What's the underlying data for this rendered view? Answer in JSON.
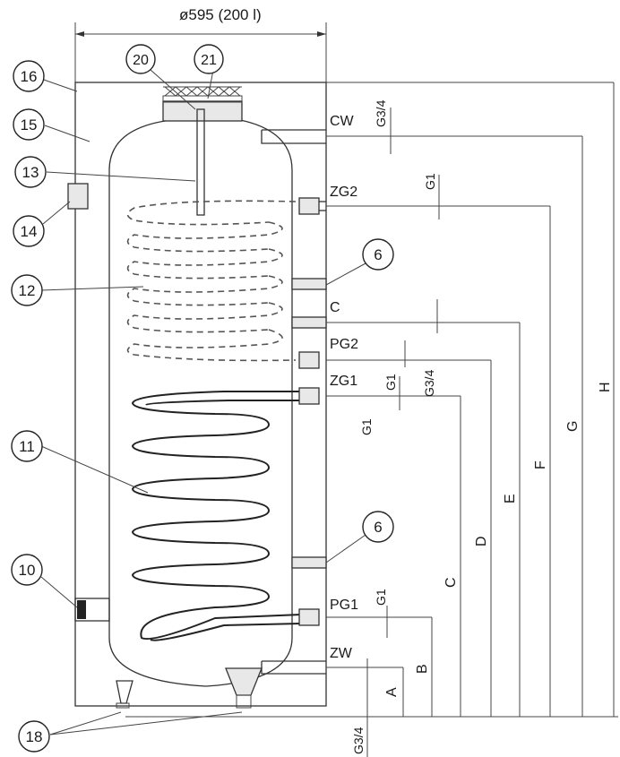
{
  "title": "ø595 (200 l)",
  "callouts": [
    "16",
    "15",
    "13",
    "14",
    "12",
    "11",
    "10",
    "18",
    "20",
    "21",
    "6",
    "6"
  ],
  "connections": [
    "CW",
    "ZG2",
    "C",
    "PG2",
    "ZG1",
    "PG1",
    "ZW"
  ],
  "thread_sizes": [
    "G3/4",
    "G1",
    "G1",
    "G3/4",
    "G1",
    "G1",
    "G3/4"
  ],
  "dimensions": [
    "A",
    "B",
    "C",
    "D",
    "E",
    "F",
    "G",
    "H"
  ]
}
